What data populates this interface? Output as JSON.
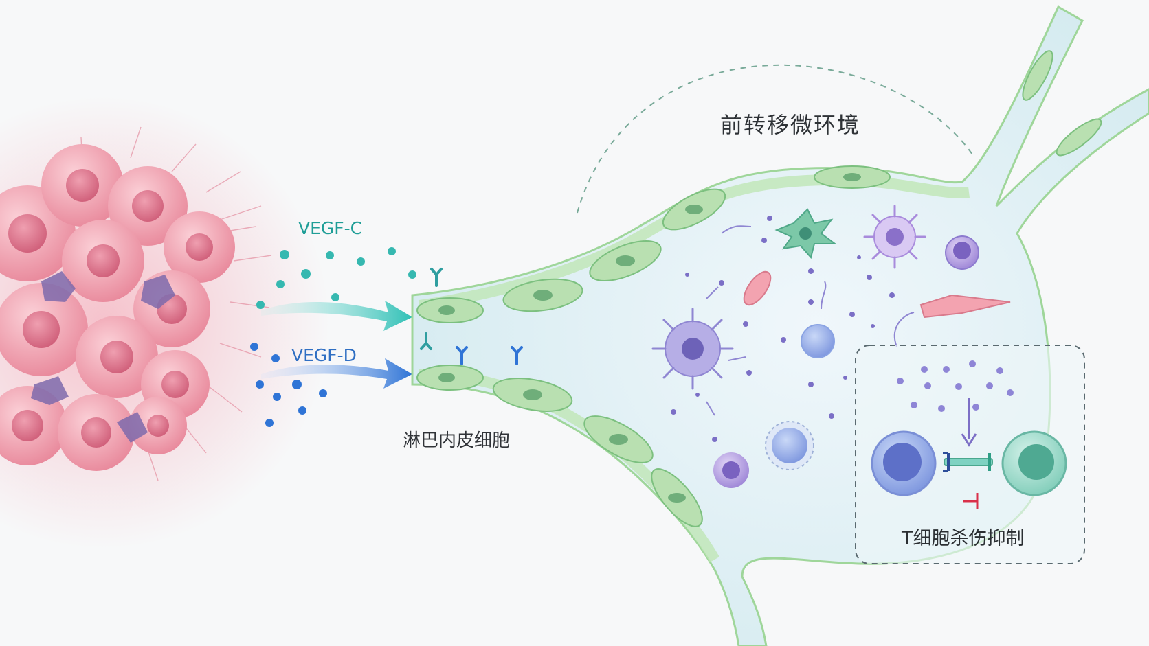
{
  "labels": {
    "vegf_c": "VEGF-C",
    "vegf_d": "VEGF-D",
    "lymphatic_endothelial_cells": "淋巴内皮细胞",
    "pre_metastatic_niche": "前转移微环境",
    "t_cell_killing_inhibition": "T细胞杀伤抑制"
  },
  "colors": {
    "tumor": "#e98ea0",
    "vegf_c": "#2fb7b0",
    "vegf_d": "#2f74d6",
    "vessel": "#8fcf8f",
    "inhibition": "#d9304a"
  }
}
